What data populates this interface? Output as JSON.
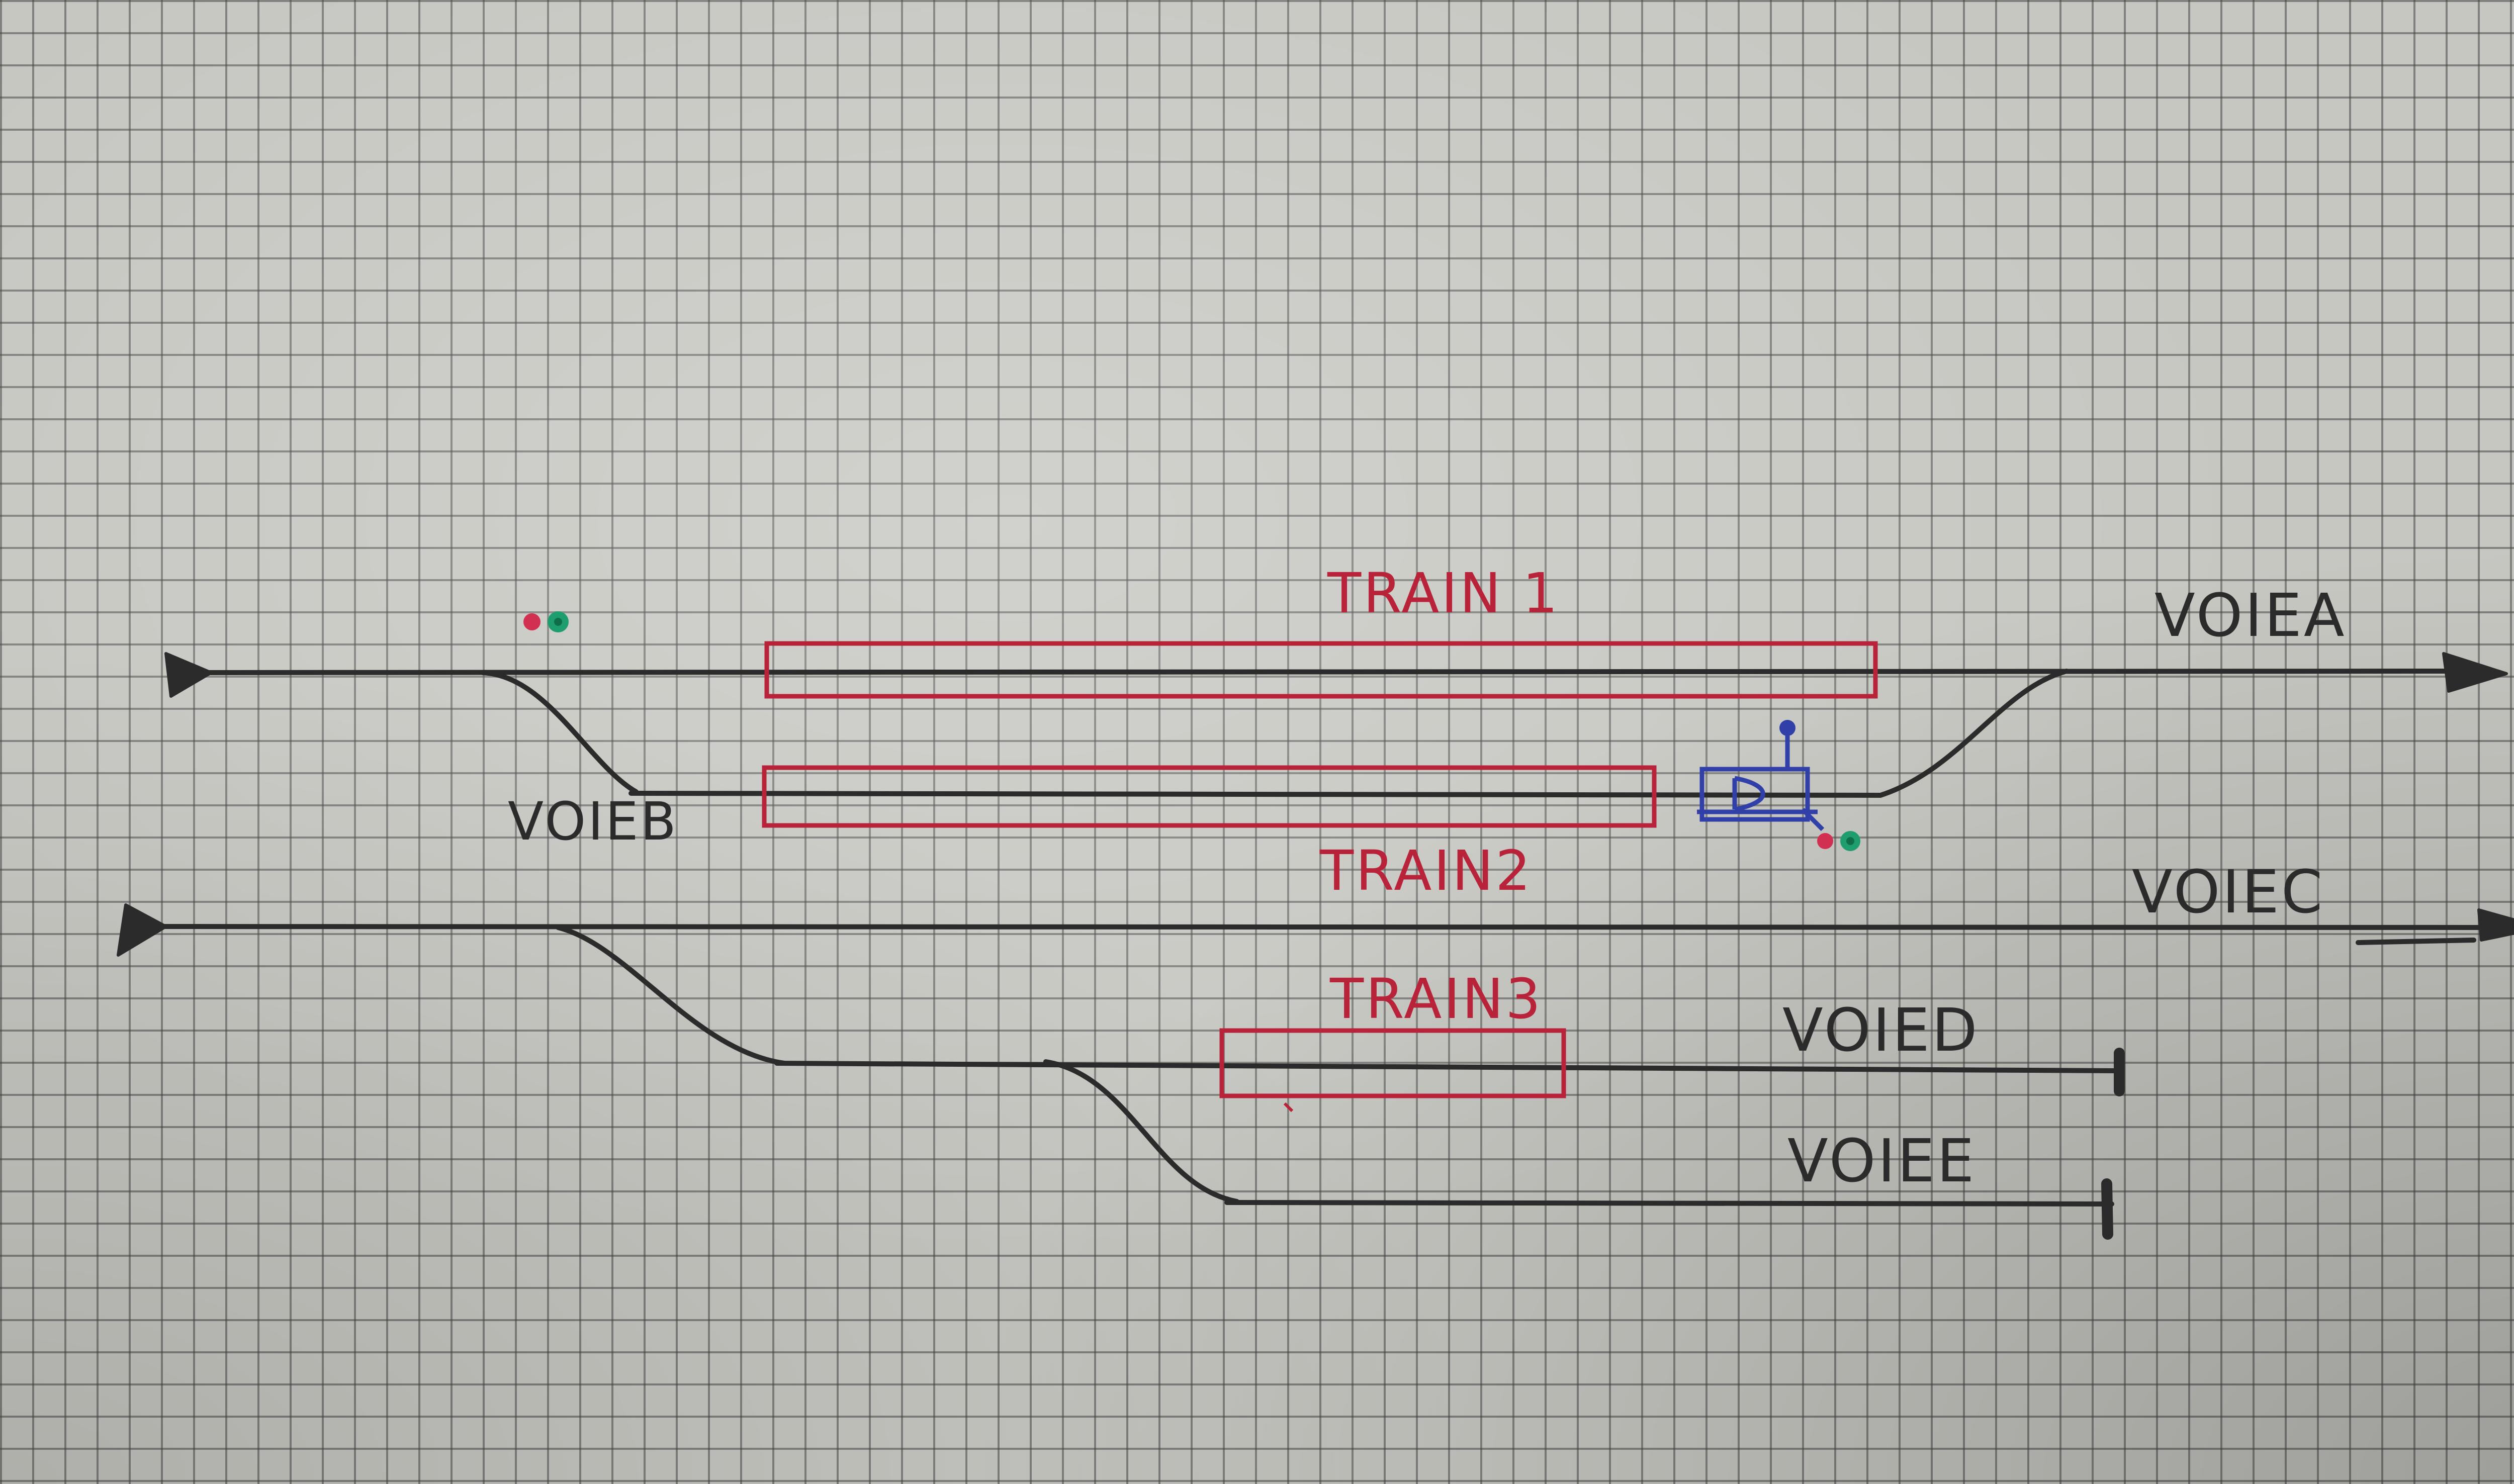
{
  "tracks": {
    "a": {
      "label": "VOIEA"
    },
    "b": {
      "label": "VOIEB"
    },
    "c": {
      "label": "VOIEC"
    },
    "d": {
      "label": "VOIED"
    },
    "e": {
      "label": "VOIEE"
    }
  },
  "trains": {
    "t1": {
      "label": "TRAIN 1"
    },
    "t2": {
      "label": "TRAIN2"
    },
    "t3": {
      "label": "TRAIN3"
    }
  },
  "colors": {
    "ink": "#2b2b2b",
    "train": "#b8233a",
    "blue": "#3040a8",
    "signal_red": "#d23050",
    "signal_green": "#1e9e6e"
  }
}
